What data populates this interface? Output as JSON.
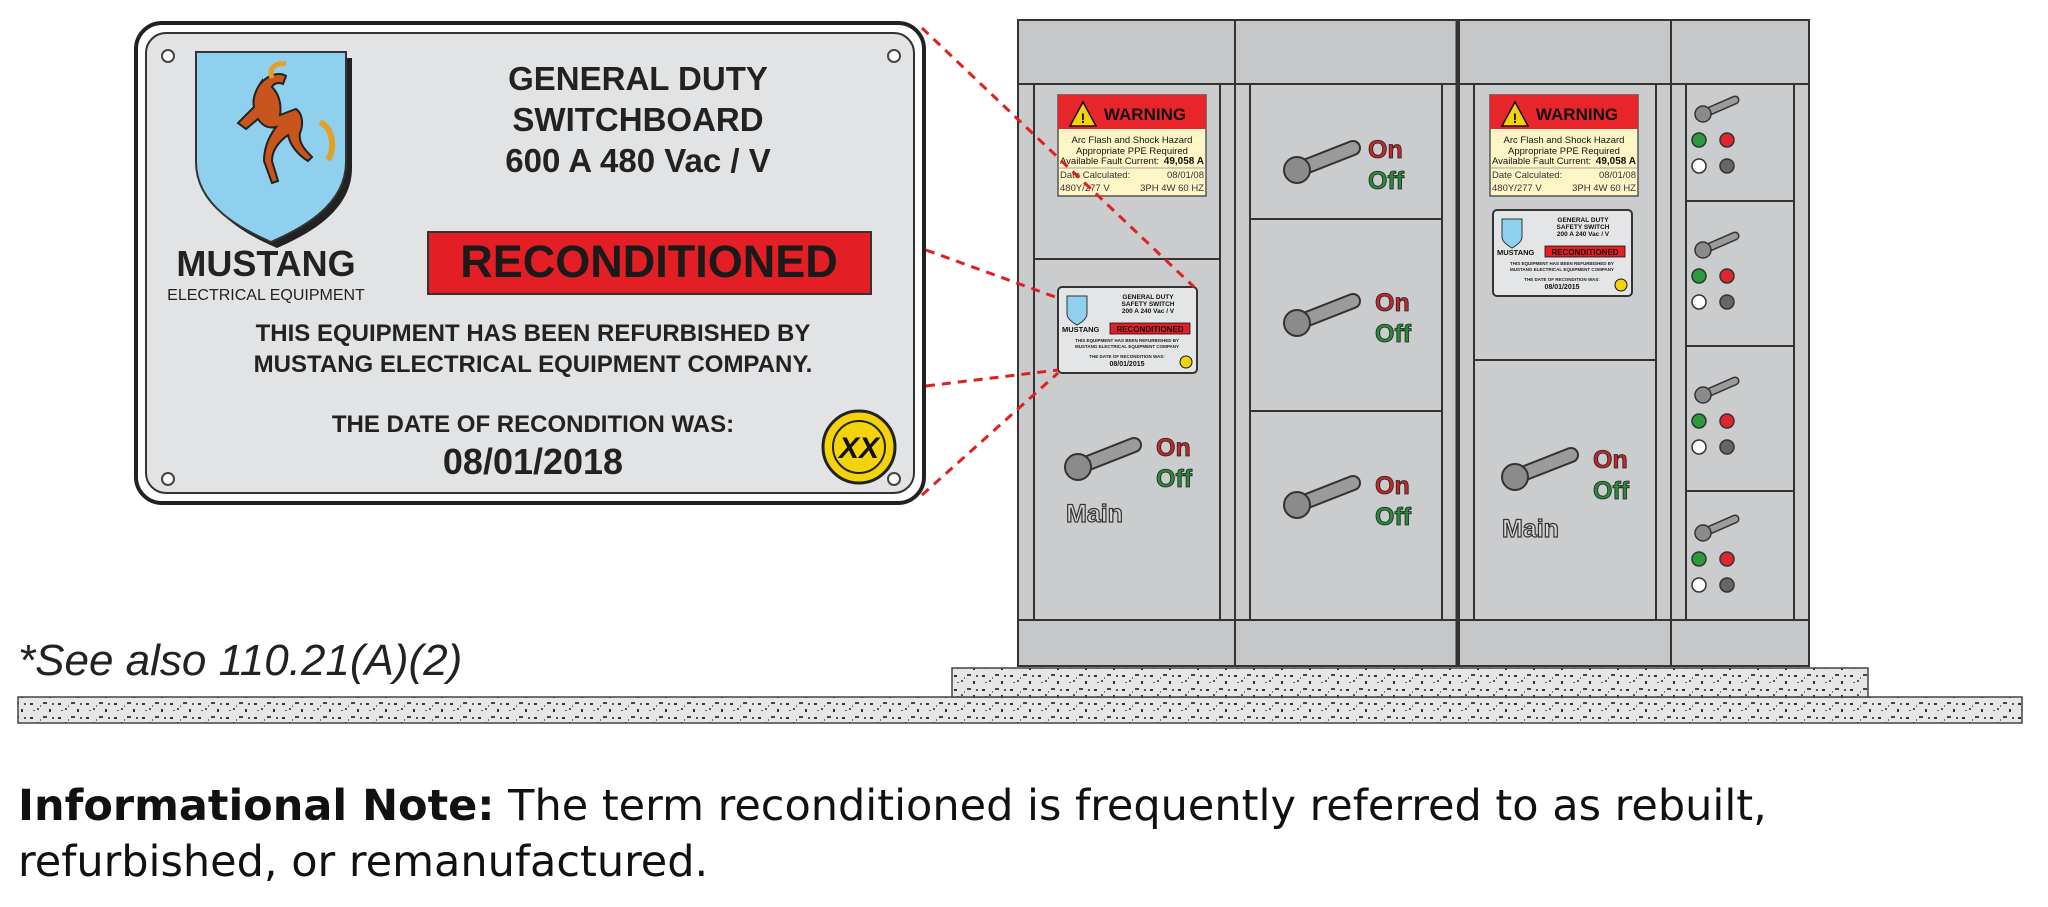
{
  "big_label": {
    "line1": "GENERAL DUTY",
    "line2": "SWITCHBOARD",
    "line3": "600 A  480 Vac / V",
    "brand": "MUSTANG",
    "brand_sub": "ELECTRICAL EQUIPMENT",
    "banner": "RECONDITIONED",
    "refurb1": "THIS EQUIPMENT HAS BEEN REFURBISHED BY",
    "refurb2": "MUSTANG ELECTRICAL EQUIPMENT COMPANY.",
    "date_title": "THE DATE OF RECONDITION WAS:",
    "date": "08/01/2018",
    "seal_text": "XX"
  },
  "warning_label": {
    "title": "WARNING",
    "line1": "Arc Flash and Shock Hazard",
    "line2": "Appropriate PPE Required",
    "fault_label": "Available Fault Current:",
    "fault_value": "49,058 A",
    "date_label": "Date Calculated:",
    "date_value": "08/01/08",
    "volt_left": "480Y/277 V",
    "volt_right": "3PH 4W 60 HZ"
  },
  "small_label": {
    "line1": "GENERAL DUTY",
    "line2": "SAFETY SWITCH",
    "line3": "200 A  240 Vac / V",
    "brand": "MUSTANG",
    "banner": "RECONDITIONED",
    "refurb1": "THIS EQUIPMENT HAS BEEN REFURBISHED BY",
    "refurb2": "MUSTANG ELECTRICAL EQUIPMENT COMPANY",
    "date_title": "THE DATE OF RECONDITION WAS:",
    "date": "08/01/2015"
  },
  "switch_text": {
    "on": "On",
    "off": "Off",
    "main": "Main"
  },
  "see_also": "*See also 110.21(A)(2)",
  "note": {
    "bold": "Informational Note:",
    "text": " The term reconditioned is frequently referred to as rebuilt, refurbished, or remanufactured."
  },
  "colors": {
    "warning_red": "#e8252b",
    "banner_red": "#e31e24",
    "panel_gray": "#c9cacc",
    "on_red": "#c0282d",
    "off_green": "#2a8a3a"
  }
}
